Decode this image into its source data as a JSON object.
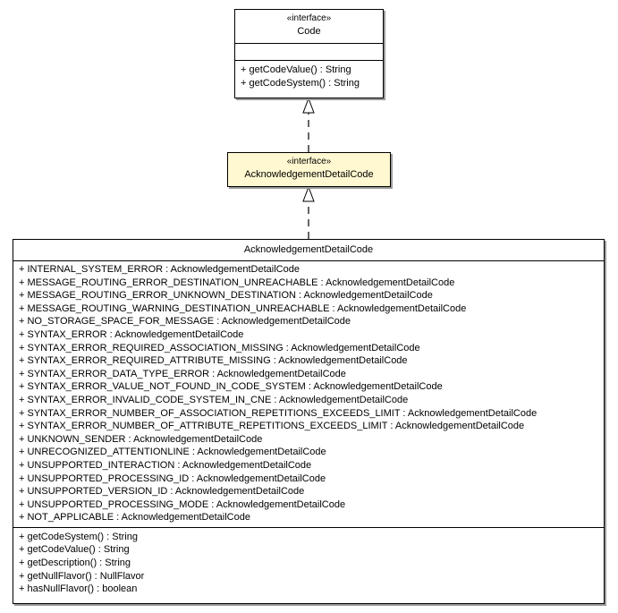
{
  "code_interface": {
    "stereotype": "«interface»",
    "name": "Code",
    "operations": [
      "+ getCodeValue() : String",
      "+ getCodeSystem() : String"
    ]
  },
  "ack_interface": {
    "stereotype": "«interface»",
    "name": "AcknowledgementDetailCode",
    "fill_color": "#fff8d0"
  },
  "ack_enum": {
    "name": "AcknowledgementDetailCode",
    "attributes": [
      "+ INTERNAL_SYSTEM_ERROR : AcknowledgementDetailCode",
      "+ MESSAGE_ROUTING_ERROR_DESTINATION_UNREACHABLE : AcknowledgementDetailCode",
      "+ MESSAGE_ROUTING_ERROR_UNKNOWN_DESTINATION : AcknowledgementDetailCode",
      "+ MESSAGE_ROUTING_WARNING_DESTINATION_UNREACHABLE : AcknowledgementDetailCode",
      "+ NO_STORAGE_SPACE_FOR_MESSAGE : AcknowledgementDetailCode",
      "+ SYNTAX_ERROR : AcknowledgementDetailCode",
      "+ SYNTAX_ERROR_REQUIRED_ASSOCIATION_MISSING : AcknowledgementDetailCode",
      "+ SYNTAX_ERROR_REQUIRED_ATTRIBUTE_MISSING : AcknowledgementDetailCode",
      "+ SYNTAX_ERROR_DATA_TYPE_ERROR : AcknowledgementDetailCode",
      "+ SYNTAX_ERROR_VALUE_NOT_FOUND_IN_CODE_SYSTEM : AcknowledgementDetailCode",
      "+ SYNTAX_ERROR_INVALID_CODE_SYSTEM_IN_CNE : AcknowledgementDetailCode",
      "+ SYNTAX_ERROR_NUMBER_OF_ASSOCIATION_REPETITIONS_EXCEEDS_LIMIT : AcknowledgementDetailCode",
      "+ SYNTAX_ERROR_NUMBER_OF_ATTRIBUTE_REPETITIONS_EXCEEDS_LIMIT : AcknowledgementDetailCode",
      "+ UNKNOWN_SENDER : AcknowledgementDetailCode",
      "+ UNRECOGNIZED_ATTENTIONLINE : AcknowledgementDetailCode",
      "+ UNSUPPORTED_INTERACTION : AcknowledgementDetailCode",
      "+ UNSUPPORTED_PROCESSING_ID : AcknowledgementDetailCode",
      "+ UNSUPPORTED_VERSION_ID : AcknowledgementDetailCode",
      "+ UNSUPPORTED_PROCESSING_MODE : AcknowledgementDetailCode",
      "+ NOT_APPLICABLE : AcknowledgementDetailCode"
    ],
    "operations": [
      "+ getCodeSystem() : String",
      "+ getCodeValue() : String",
      "+ getDescription() : String",
      "+ getNullFlavor() : NullFlavor",
      "+ hasNullFlavor() : boolean"
    ]
  },
  "relations": [
    {
      "type": "realization",
      "from": "AcknowledgementDetailCode (interface)",
      "to": "Code"
    },
    {
      "type": "realization",
      "from": "AcknowledgementDetailCode (enum)",
      "to": "AcknowledgementDetailCode (interface)"
    }
  ]
}
